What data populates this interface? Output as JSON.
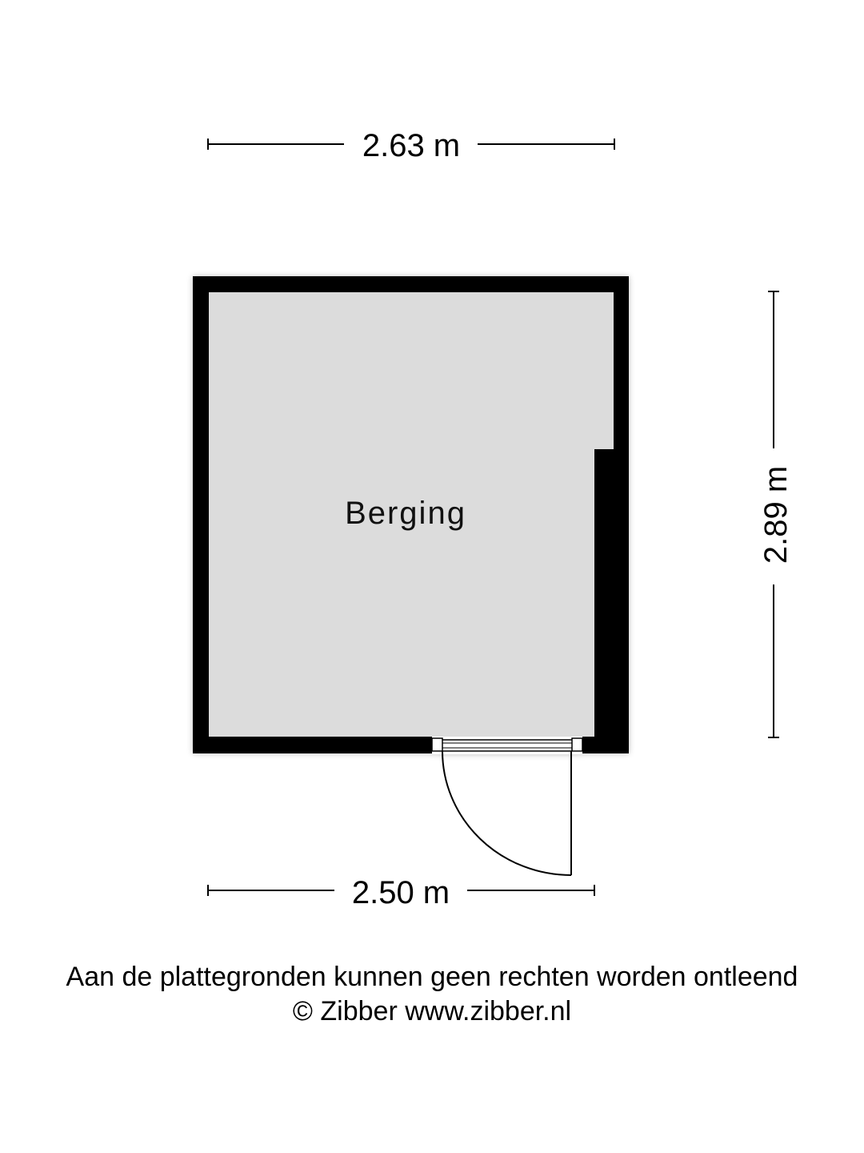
{
  "floorplan": {
    "room": {
      "name": "Berging",
      "fill": "#dcdcdc"
    },
    "dimensions": {
      "top_width": "2.63 m",
      "right_height": "2.89 m",
      "bottom_width": "2.50 m"
    },
    "colors": {
      "wall": "#000000",
      "floor": "#dcdcdc",
      "background": "#ffffff"
    }
  },
  "footer": {
    "disclaimer": "Aan de plattegronden kunnen geen rechten worden ontleend",
    "copyright": "© Zibber www.zibber.nl"
  }
}
